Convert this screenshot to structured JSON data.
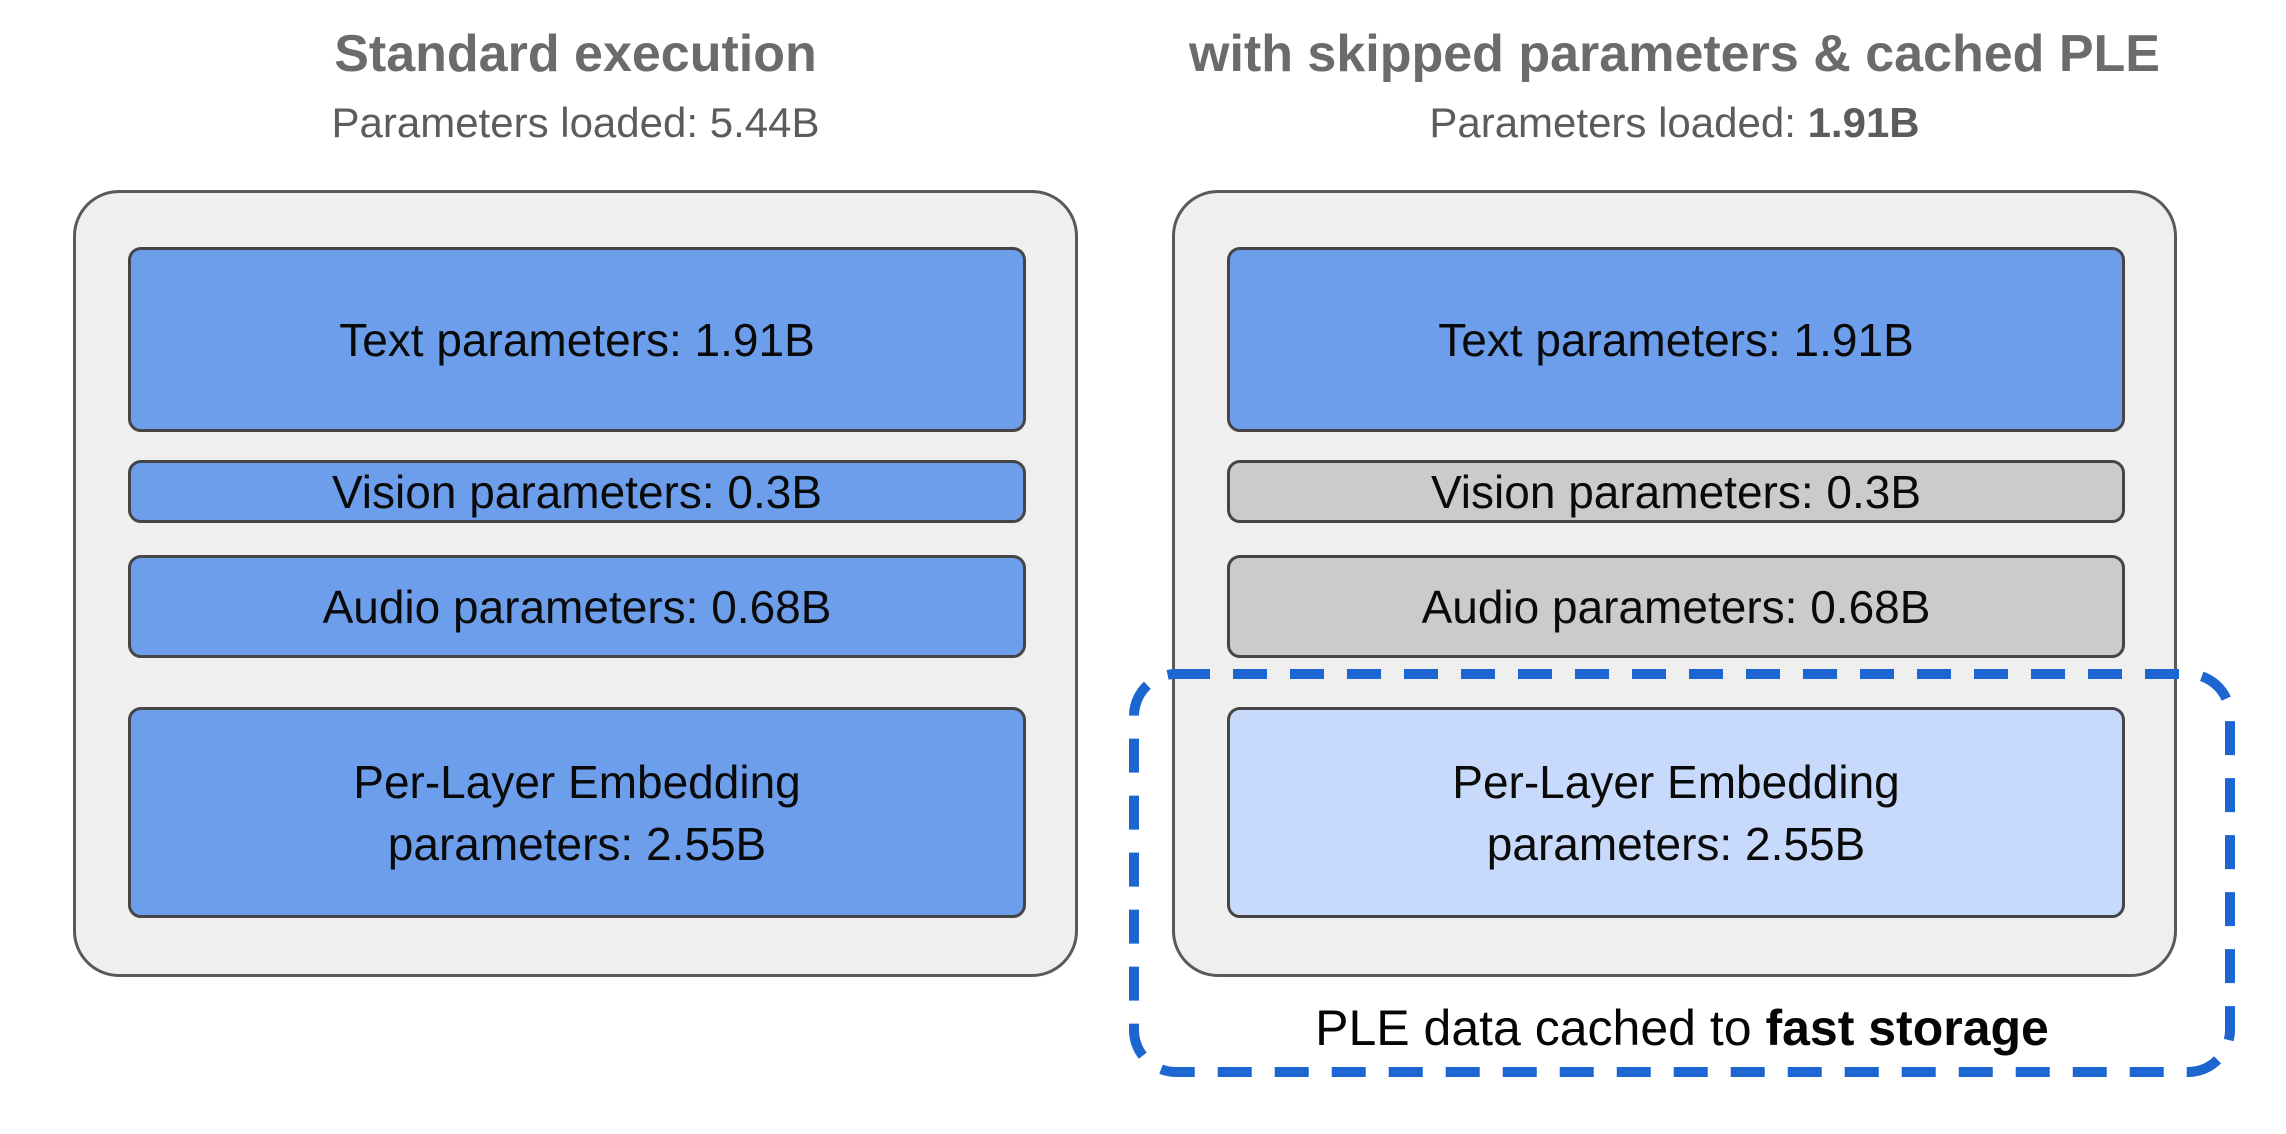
{
  "left_column": {
    "title": "Standard execution",
    "subtitle_label": "Parameters loaded: ",
    "subtitle_value": "5.44B",
    "boxes": [
      {
        "label": "Text parameters: 1.91B"
      },
      {
        "label": "Vision parameters: 0.3B"
      },
      {
        "label": "Audio parameters: 0.68B"
      },
      {
        "label": "Per-Layer Embedding\nparameters: 2.55B"
      }
    ]
  },
  "right_column": {
    "title": "with skipped parameters & cached PLE",
    "subtitle_label": "Parameters loaded: ",
    "subtitle_value": "1.91B",
    "boxes": [
      {
        "label": "Text parameters: 1.91B"
      },
      {
        "label": "Vision parameters: 0.3B"
      },
      {
        "label": "Audio parameters: 0.68B"
      },
      {
        "label": "Per-Layer Embedding\nparameters: 2.55B"
      }
    ],
    "cache_note_prefix": "PLE data cached to ",
    "cache_note_bold": "fast storage"
  },
  "colors": {
    "box_blue": "#6d9eeb",
    "box_gray": "#cbcbcb",
    "box_light_blue": "#c7dafb",
    "panel_fill": "#efefef",
    "panel_border": "#595959",
    "dash_blue": "#1d66d2",
    "title_gray": "#6b6b6b"
  }
}
